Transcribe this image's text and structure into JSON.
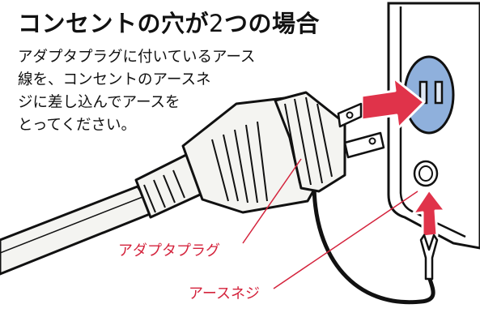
{
  "heading": {
    "text_before": "コンセントの穴が",
    "number": "2",
    "text_after": "つの場合"
  },
  "instruction": {
    "lines": [
      "アダプタプラグに付いているアース",
      "線を、コンセントのアースネ",
      "ジに差し込んでアースを",
      "とってください。"
    ]
  },
  "callouts": {
    "adapter_plug": "アダプタプラグ",
    "ground_screw": "アースネジ"
  },
  "colors": {
    "callout_text": "#d4233c",
    "arrow": "#e0334a",
    "socket_face": "#8fb0dc",
    "line_art": "#111111"
  },
  "icons": {
    "outlet": "wall-outlet-illustration",
    "plug": "adapter-plug-illustration",
    "arrow_insert": "arrow-right-icon",
    "arrow_up": "arrow-up-icon"
  }
}
